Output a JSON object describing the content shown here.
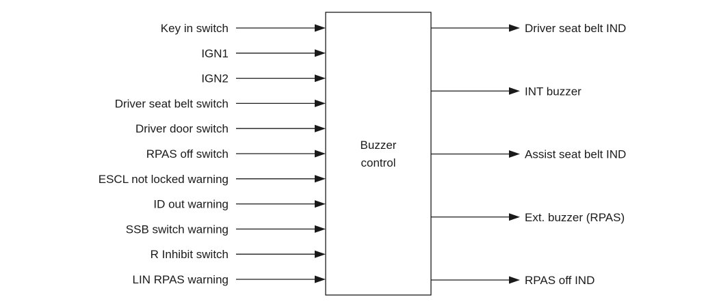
{
  "block": {
    "lines": [
      "Buzzer",
      "control"
    ]
  },
  "inputs": [
    "Key in switch",
    "IGN1",
    "IGN2",
    "Driver seat belt switch",
    "Driver door switch",
    "RPAS off switch",
    "ESCL not locked warning",
    "ID out warning",
    "SSB switch warning",
    "R Inhibit switch",
    "LIN RPAS warning"
  ],
  "outputs": [
    "Driver seat belt IND",
    "INT buzzer",
    "Assist seat belt IND",
    "Ext. buzzer (RPAS)",
    "RPAS off IND"
  ]
}
